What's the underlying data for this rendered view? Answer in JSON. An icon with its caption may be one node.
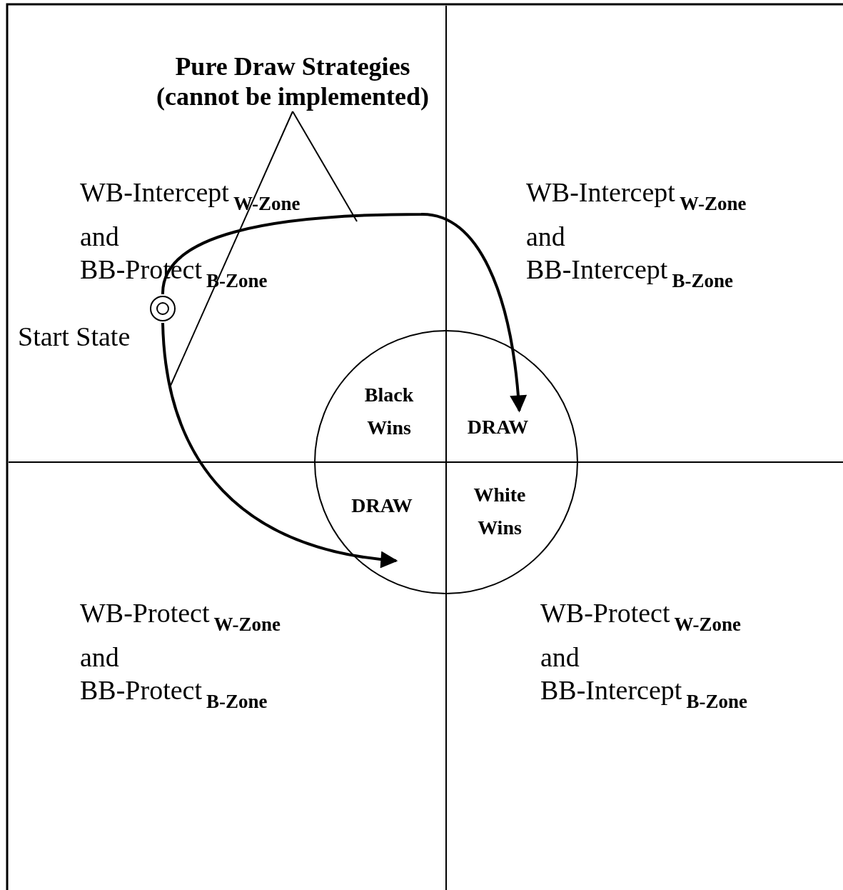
{
  "diagram": {
    "nodes": [
      {
        "text": [
          "Pure Draw Strategies (cannot be implemented)"
        ]
      },
      {
        "text": [],
        "shape": "circle",
        "beside": [
          "Start State"
        ]
      },
      {
        "text": [
          "Black Wins"
        ]
      },
      {
        "text": [
          "DRAW"
        ]
      },
      {
        "text": [
          "DRAW"
        ]
      },
      {
        "text": [
          "White Wins"
        ]
      }
    ],
    "edges": [
      {
        "from": 1,
        "to": 3,
        "arrow": "to",
        "style": "thick"
      },
      {
        "from": 1,
        "to": 4,
        "arrow": "to",
        "style": "thick"
      },
      {
        "from": 0,
        "to": null,
        "arrow": "none"
      },
      {
        "from": 0,
        "to": null,
        "arrow": "none"
      }
    ],
    "labels": [
      "WB-Intercept$_{W-Zone}$ and BB-Protect$_{B-Zone}$",
      "WB-Intercept$_{W-Zone}$ and BB-Intercept$_{B-Zone}$",
      "WB-Protect$_{W-Zone}$ and BB-Protect$_{B-Zone}$",
      "WB-Protect$_{W-Zone}$ and BB-Intercept$_{B-Zone}$"
    ]
  }
}
